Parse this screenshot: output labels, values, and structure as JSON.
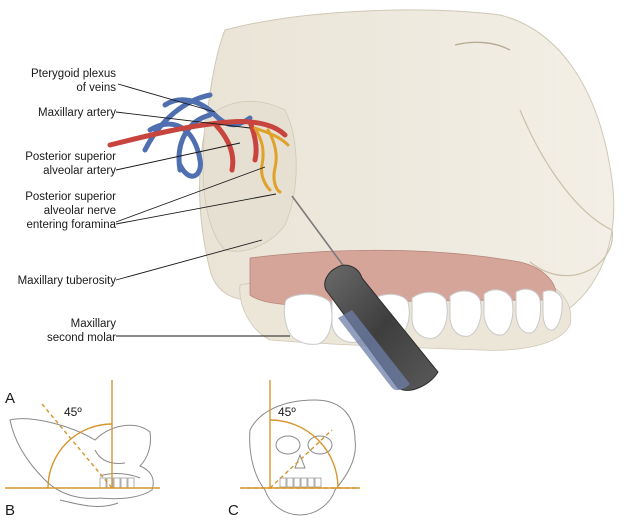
{
  "labels": {
    "pterygoid_l1": "Pterygoid plexus",
    "pterygoid_l2": "of veins",
    "maxillary_artery": "Maxillary artery",
    "psa_artery_l1": "Posterior superior",
    "psa_artery_l2": "alveolar artery",
    "psa_nerve_l1": "Posterior superior",
    "psa_nerve_l2": "alveolar nerve",
    "psa_nerve_l3": "entering foramina",
    "tuberosity": "Maxillary tuberosity",
    "molar_l1": "Maxillary",
    "molar_l2": "second molar"
  },
  "panels": {
    "a": "A",
    "b": "B",
    "c": "C"
  },
  "angles": {
    "lateral": "45º",
    "frontal": "45º"
  },
  "colors": {
    "artery": "#c8443f",
    "vein": "#4f6fb0",
    "nerve": "#e0a12a",
    "guide": "#d6962d",
    "skin": "#eee9dd",
    "gum": "#d6a59a"
  }
}
